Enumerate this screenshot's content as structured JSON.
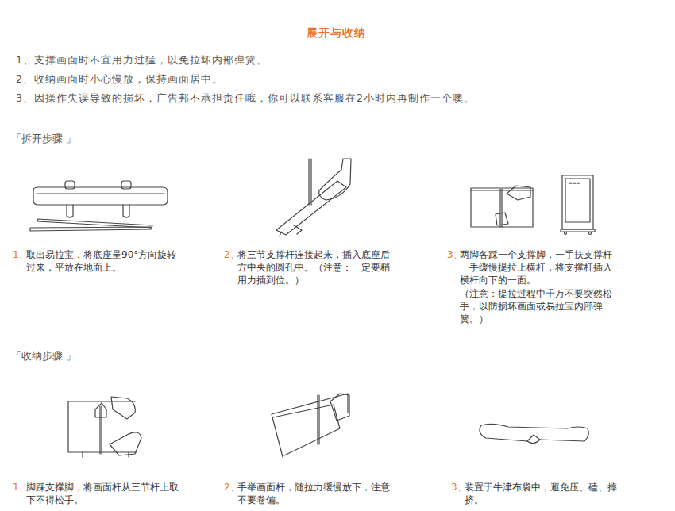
{
  "diagram": {
    "title": "展开与收纳",
    "labels": [
      "1、支撑画面时不宜用力过猛，以免拉坏内部弹簧。",
      "2、收纳画面时小心慢放，保持画面居中。",
      "3、因操作失误导致的损坏，广告邦不承担责任哦，你可以联系客服在2小时内再制作一个噢。",
      "「拆开步骤 」",
      "1、",
      "取出易拉宝，将底座呈90°方向旋转过来，平放在地面上。",
      "2、",
      "将三节支撑杆连接起来，插入底座后方中央的圆孔中。（注意：一定要稍用力插到位。）",
      "3、",
      "两脚各踩一个支撑脚，一手扶支撑杆一手缓慢提拉上横杆，将支撑杆插入横杆向下的一面。",
      "（注意：提拉过程中千万不要突然松手，以防损坏画面或易拉宝内部弹簧。）",
      "「收纳步骤 」",
      "1、",
      "脚踩支撑脚，将画面杆从三节杆上取下不得松手。",
      "2、",
      "手举画面杆，随拉力缓慢放下，注意不要卷偏。",
      "3、",
      "装置于牛津布袋中，避免压、磕、摔挤。"
    ]
  }
}
